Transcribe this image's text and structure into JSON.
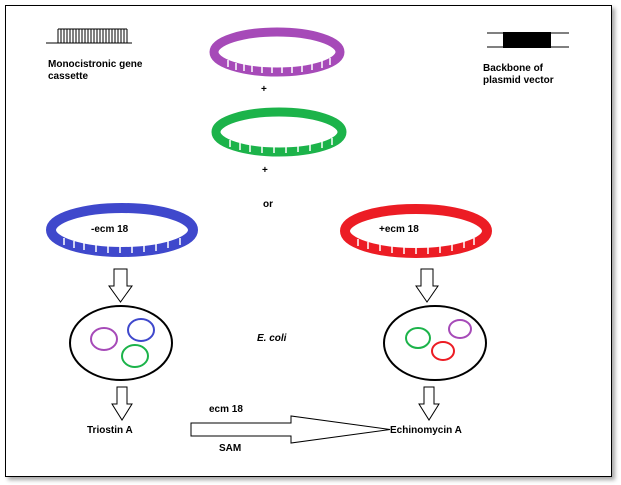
{
  "labels": {
    "legend_cassette": "Monocistronic gene cassette",
    "legend_backbone": "Backbone of plasmid vector",
    "plus_1": "+",
    "plus_2": "+",
    "or": "or",
    "plasmid_left": "-ecm 18",
    "plasmid_right": "+ecm 18",
    "host": "E. coli",
    "product_left": "Triostin A",
    "product_right": "Echinomycin A",
    "enzyme": "ecm 18",
    "cofactor": "SAM"
  },
  "colors": {
    "plasmid_top": "#a64ab8",
    "plasmid_middle": "#1cb34a",
    "plasmid_left": "#3f48cc",
    "plasmid_right": "#ec1c24",
    "cell_purple": "#a64ab8",
    "cell_blue": "#3f48cc",
    "cell_green": "#1cb34a",
    "cell_red": "#ec1c24"
  }
}
